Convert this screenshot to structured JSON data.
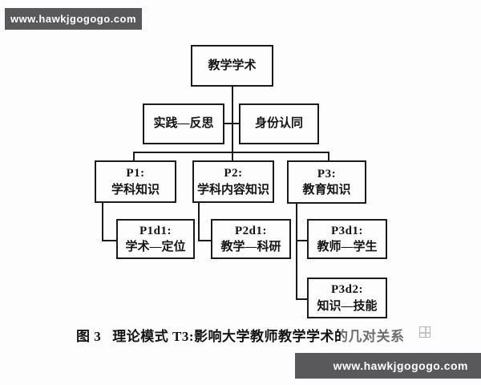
{
  "page": {
    "background": "#fdfdfd",
    "line_color": "#1b1b1b",
    "banner_bg": "#59595b",
    "banner_text_color": "#ffffff"
  },
  "watermarks": {
    "top_banner": {
      "text": "www.hawkjgogogo.com"
    },
    "bottom_banner": {
      "text": "www.hawkjgogogo.com"
    }
  },
  "diagram": {
    "nodes": {
      "root": {
        "label": "教学学术"
      },
      "practice": {
        "label": "实践—反思"
      },
      "identity": {
        "label": "身份认同"
      },
      "p1": {
        "code": "P1:",
        "label": "学科知识"
      },
      "p2": {
        "code": "P2:",
        "label": "学科内容知识"
      },
      "p3": {
        "code": "P3:",
        "label": "教育知识"
      },
      "p1d1": {
        "code": "P1d1:",
        "label": "学术—定位"
      },
      "p2d1": {
        "code": "P2d1:",
        "label": "教学—科研"
      },
      "p3d1": {
        "code": "P3d1:",
        "label": "教师—学生"
      },
      "p3d2": {
        "code": "P3d2:",
        "label": "知识—技能"
      }
    },
    "edges": [
      [
        "root",
        "p1"
      ],
      [
        "root",
        "p2"
      ],
      [
        "root",
        "p3"
      ],
      [
        "practice",
        "trunk"
      ],
      [
        "identity",
        "trunk"
      ],
      [
        "p1",
        "p1d1"
      ],
      [
        "p2",
        "p2d1"
      ],
      [
        "p3",
        "p3d1"
      ],
      [
        "p3",
        "p3d2"
      ]
    ]
  },
  "caption": {
    "figure_label": "图 3",
    "text": "理论模式 T3:影响大学教师教学学术的几对关系"
  }
}
